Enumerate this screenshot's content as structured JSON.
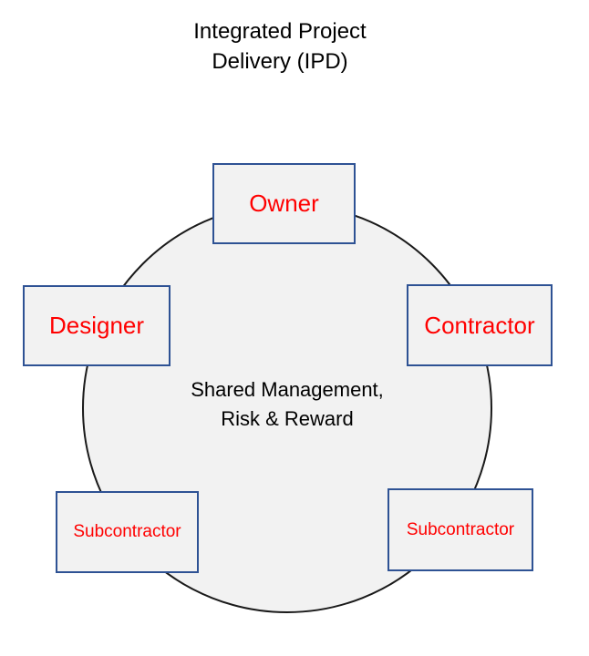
{
  "title": {
    "line1": "Integrated Project",
    "line2": "Delivery (IPD)"
  },
  "circle": {
    "label_line1": "Shared Management,",
    "label_line2": "Risk & Reward"
  },
  "nodes": [
    {
      "id": "owner",
      "label": "Owner"
    },
    {
      "id": "designer",
      "label": "Designer"
    },
    {
      "id": "contractor",
      "label": "Contractor"
    },
    {
      "id": "subcontractor-left",
      "label": "Subcontractor"
    },
    {
      "id": "subcontractor-right",
      "label": "Subcontractor"
    }
  ],
  "colors": {
    "background": "#ffffff",
    "text": "#000000",
    "circle_fill": "#f2f2f2",
    "circle_border": "#1a1a1a",
    "node_fill": "#f2f2f2",
    "node_border": "#2e5294",
    "node_text": "#ff0000"
  }
}
